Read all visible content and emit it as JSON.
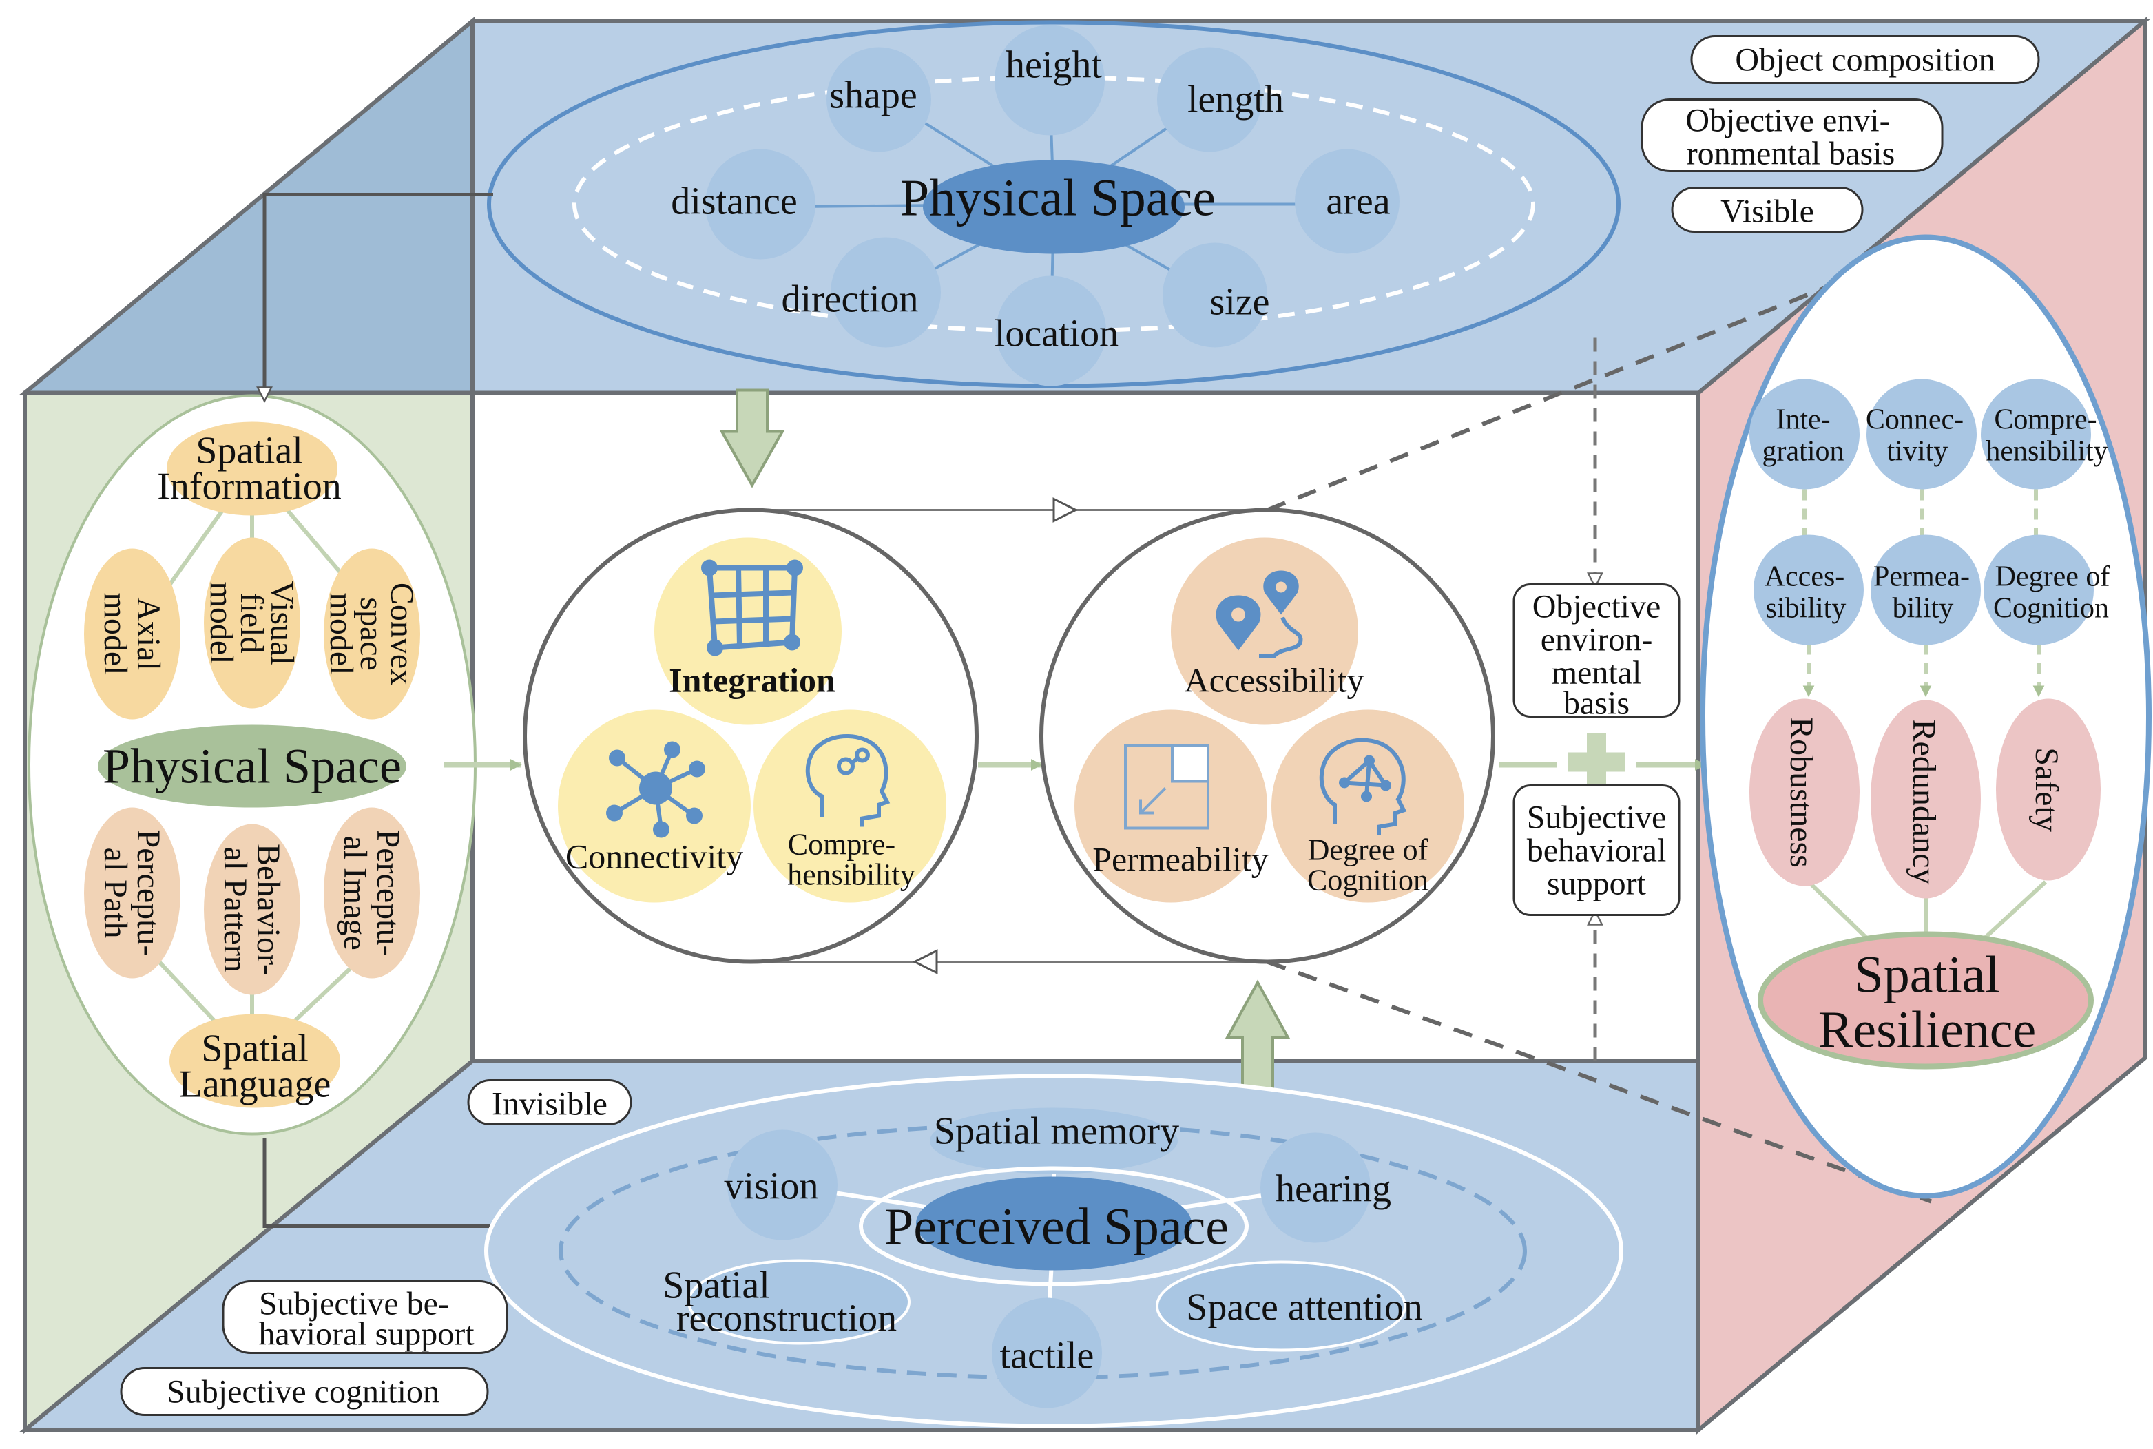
{
  "colors": {
    "top_face": "#b9cfe6",
    "bottom_face": "#b9cfe6",
    "left_face": "#dde7d3",
    "right_face": "#ecc5c5",
    "front_face": "#ffffff",
    "edge": "#6b6f74",
    "blue_dark": "#5c8fc6",
    "blue_mid": "#8fb5da",
    "blue_light": "#a9c6e3",
    "green_ellipse": "#a9c19a",
    "tan": "#f3dcc0",
    "yellow": "#fbedb0",
    "yellow_orange": "#f7d9a0",
    "peach": "#f1d3b6",
    "pink": "#e9b4b4",
    "arrow_green": "#c7d7b8",
    "arrow_green_edge": "#8da27c"
  },
  "top": {
    "title": "Physical Space",
    "attributes": [
      "height",
      "shape",
      "length",
      "distance",
      "area",
      "direction",
      "location",
      "size"
    ],
    "tags": [
      "Object composition",
      "Objective envi-",
      "ronmental basis",
      "Visible"
    ]
  },
  "left": {
    "title": "Physical Space",
    "top_label": [
      "Spatial",
      "Information"
    ],
    "bottom_label": [
      "Spatial",
      "Language"
    ],
    "models": [
      [
        "Axial",
        "model"
      ],
      [
        "Visual",
        "field",
        "model"
      ],
      [
        "Convex",
        "space",
        "model"
      ]
    ],
    "perceptions": [
      [
        "Perceptu-",
        "al Path"
      ],
      [
        "Behavior-",
        "al Pattern"
      ],
      [
        "Perceptu-",
        "al Image"
      ]
    ]
  },
  "center": {
    "left_circle": {
      "integration": "Integration",
      "connectivity": "Connectivity",
      "comprehensibility": [
        "Compre-",
        "hensibility"
      ]
    },
    "right_circle": {
      "accessibility": "Accessibility",
      "permeability": "Permeability",
      "cognition": [
        "Degree of",
        "Cognition"
      ]
    },
    "objective_box": [
      "Objective",
      "environ-",
      "mental",
      "basis"
    ],
    "subjective_box": [
      "Subjective",
      "behavioral",
      "support"
    ]
  },
  "right": {
    "row1": [
      [
        "Inte-",
        "gration"
      ],
      [
        "Connec-",
        "tivity"
      ],
      [
        "Compre-",
        "hensibility"
      ]
    ],
    "row2": [
      [
        "Acces-",
        "sibility"
      ],
      [
        "Permea-",
        "bility"
      ],
      [
        "Degree of",
        "Cognition"
      ]
    ],
    "row3": [
      "Robustness",
      "Redundancy",
      "Safety"
    ],
    "title": [
      "Spatial",
      "Resilience"
    ]
  },
  "bottom": {
    "title": "Perceived Space",
    "attributes": [
      "Spatial memory",
      "vision",
      "hearing",
      "Spatial",
      "reconstruction",
      "Space attention",
      "tactile"
    ],
    "tags": [
      "Invisible",
      "Subjective be-",
      "havioral support",
      "Subjective cognition"
    ]
  }
}
